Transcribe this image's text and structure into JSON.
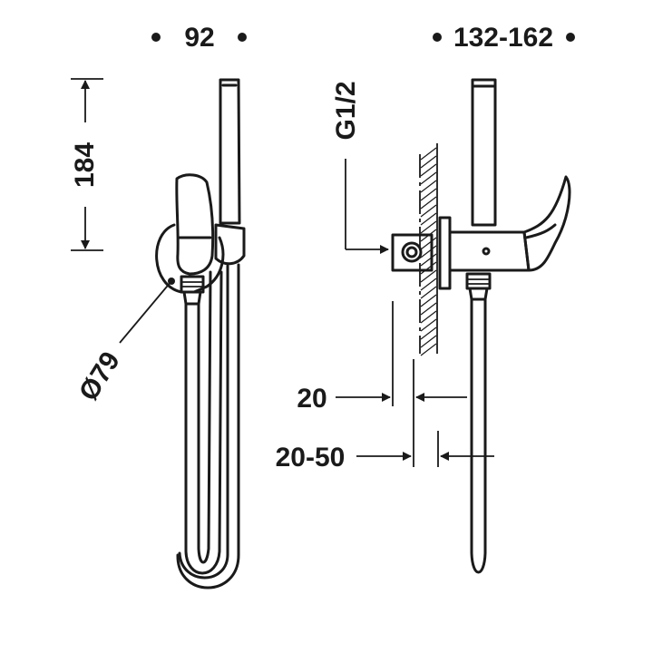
{
  "dimensions": {
    "front_width": "92",
    "side_depth": "132-162",
    "height": "184",
    "diameter": "Ø79",
    "thread": "G1/2",
    "offset": "20",
    "wall_range": "20-50"
  }
}
